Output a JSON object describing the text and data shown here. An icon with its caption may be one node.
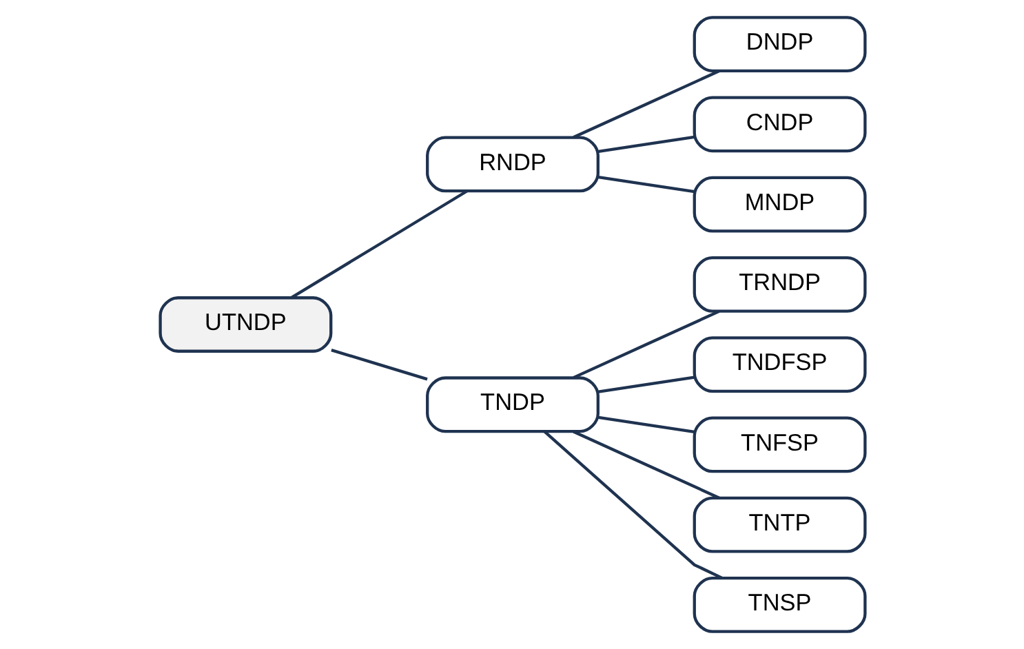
{
  "diagram": {
    "nodes": [
      {
        "text": [
          "UTNDP"
        ]
      },
      {
        "text": [
          "RNDP"
        ]
      },
      {
        "text": [
          "TNDP"
        ]
      },
      {
        "text": [
          "DNDP"
        ]
      },
      {
        "text": [
          "CNDP"
        ]
      },
      {
        "text": [
          "MNDP"
        ]
      },
      {
        "text": [
          "TRNDP"
        ]
      },
      {
        "text": [
          "TNDFSP"
        ]
      },
      {
        "text": [
          "TNFSP"
        ]
      },
      {
        "text": [
          "TNTP"
        ]
      },
      {
        "text": [
          "TNSP"
        ]
      }
    ],
    "edges": [
      {
        "from": 0,
        "to": 1,
        "arrow": "none"
      },
      {
        "from": 0,
        "to": 2,
        "arrow": "none"
      },
      {
        "from": 1,
        "to": 3,
        "arrow": "none"
      },
      {
        "from": 1,
        "to": 4,
        "arrow": "none"
      },
      {
        "from": 1,
        "to": 5,
        "arrow": "none"
      },
      {
        "from": 2,
        "to": 6,
        "arrow": "none"
      },
      {
        "from": 2,
        "to": 7,
        "arrow": "none"
      },
      {
        "from": 2,
        "to": 8,
        "arrow": "none"
      },
      {
        "from": 2,
        "to": 9,
        "arrow": "none"
      },
      {
        "from": 2,
        "to": 10,
        "arrow": "none"
      }
    ]
  }
}
